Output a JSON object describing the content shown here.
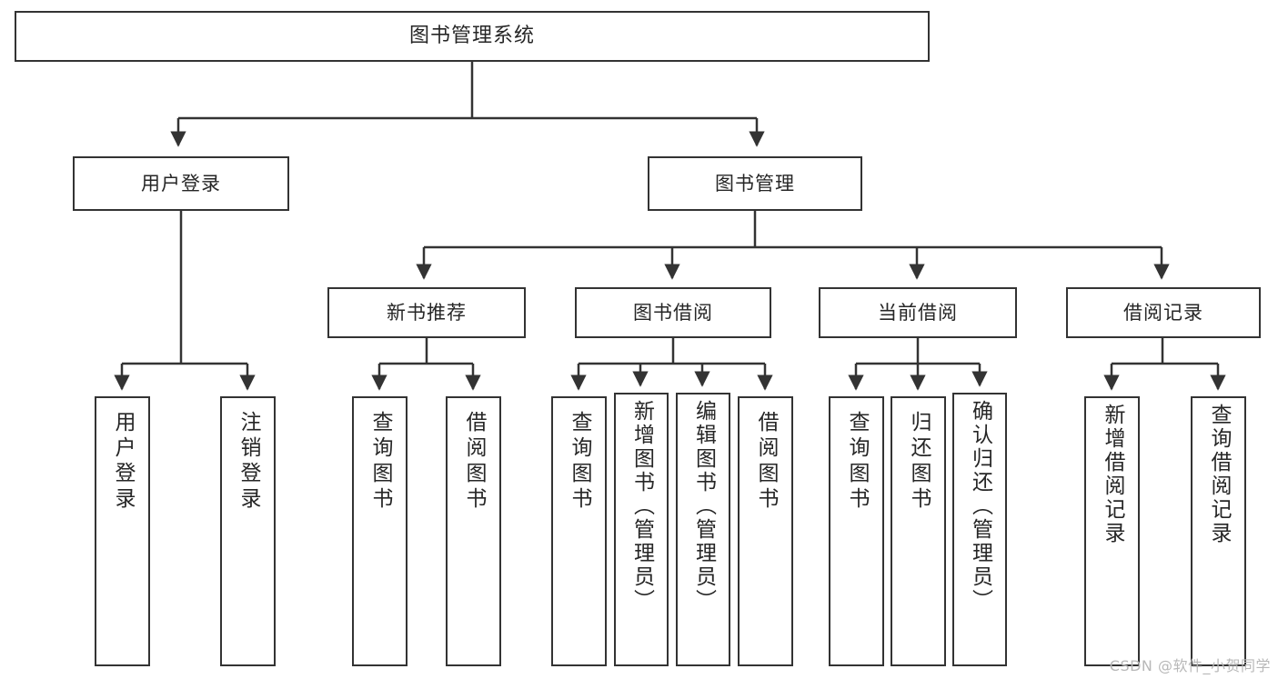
{
  "diagram": {
    "title": "图书管理系统",
    "watermark": "CSDN @软件_小贺同学",
    "line_color": "#333333",
    "box_fill": "#ffffff",
    "text_color": "#262626",
    "watermark_color": "#b8b8b8",
    "root": {
      "label": "图书管理系统"
    },
    "level2": [
      {
        "label": "用户登录"
      },
      {
        "label": "图书管理"
      }
    ],
    "level3": [
      {
        "label": "新书推荐"
      },
      {
        "label": "图书借阅"
      },
      {
        "label": "当前借阅"
      },
      {
        "label": "借阅记录"
      }
    ],
    "leaves": {
      "user_login": [
        {
          "label": "用户登录"
        },
        {
          "label": "注销登录"
        }
      ],
      "new_book_recommend": [
        {
          "label": "查询图书"
        },
        {
          "label": "借阅图书"
        }
      ],
      "book_borrow": [
        {
          "label": "查询图书"
        },
        {
          "label": "新增图书（管理员）"
        },
        {
          "label": "编辑图书（管理员）"
        },
        {
          "label": "借阅图书"
        }
      ],
      "current_borrow": [
        {
          "label": "查询图书"
        },
        {
          "label": "归还图书"
        },
        {
          "label": "确认归还（管理员）"
        }
      ],
      "borrow_record": [
        {
          "label": "新增借阅记录"
        },
        {
          "label": "查询借阅记录"
        }
      ]
    }
  }
}
